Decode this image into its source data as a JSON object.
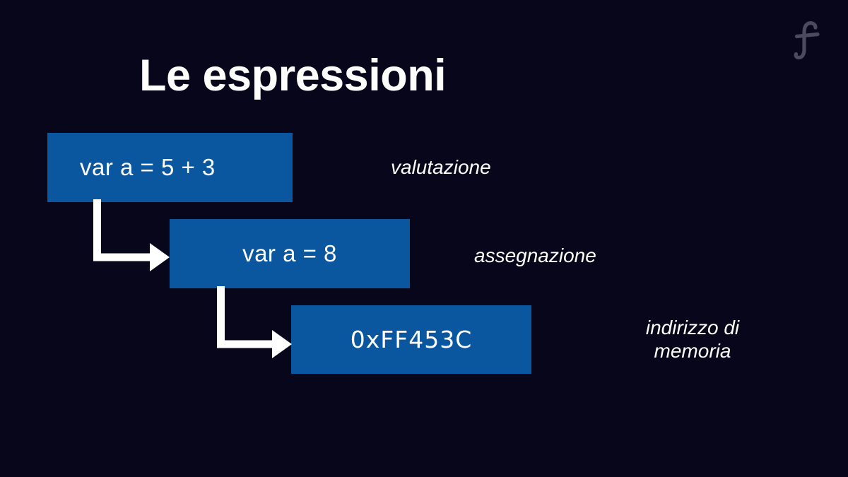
{
  "slide": {
    "title": "Le espressioni",
    "background_color": "#08061a",
    "box_color": "#0b579f",
    "text_color": "#ffffff",
    "logo_color": "#4b4a5e",
    "logo_name": "script-f-logo"
  },
  "boxes": [
    {
      "id": "box-1",
      "text": "var a = 5 + 3",
      "align": "left"
    },
    {
      "id": "box-2",
      "text": "var a = 8",
      "align": "center"
    },
    {
      "id": "box-3",
      "text": "0xFF453C",
      "align": "center"
    }
  ],
  "captions": [
    {
      "id": "caption-1",
      "text": "valutazione"
    },
    {
      "id": "caption-2",
      "text": "assegnazione"
    },
    {
      "id": "caption-3",
      "text": "indirizzo di\nmemoria"
    }
  ],
  "arrows": [
    {
      "id": "arrow-1",
      "from": "box-1",
      "to": "box-2",
      "shape": "elbow-down-right"
    },
    {
      "id": "arrow-2",
      "from": "box-2",
      "to": "box-3",
      "shape": "elbow-down-right"
    }
  ]
}
